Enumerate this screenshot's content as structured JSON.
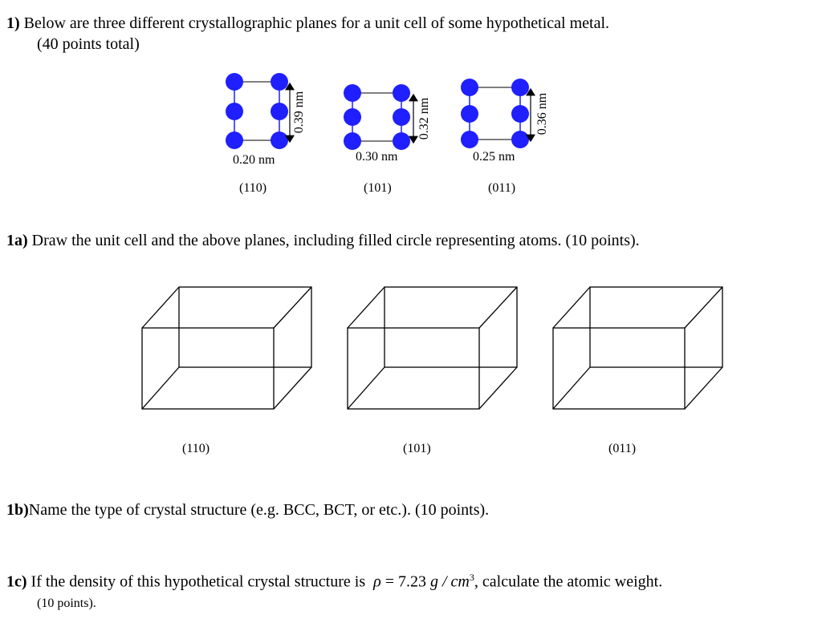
{
  "q1": {
    "num": "1)",
    "text": "Below are three different crystallographic planes for a unit cell of some hypothetical metal.",
    "points": "(40 points total)"
  },
  "planes": [
    {
      "width": "0.20 nm",
      "height": "0.39 nm",
      "label": "(110)"
    },
    {
      "width": "0.30 nm",
      "height": "0.32 nm",
      "label": "(101)"
    },
    {
      "width": "0.25 nm",
      "height": "0.36 nm",
      "label": "(011)"
    }
  ],
  "atom_color": "#1f1fff",
  "q1a": {
    "num": "1a)",
    "text": "Draw the unit cell and the above planes, including filled circle representing atoms. (10 points)."
  },
  "boxes": [
    {
      "label": "(110)"
    },
    {
      "label": "(101)"
    },
    {
      "label": "(011)"
    }
  ],
  "q1b": {
    "num": "1b)",
    "text": "Name the type of crystal structure (e.g. BCC, BCT, or etc.). (10 points)."
  },
  "q1c": {
    "num": "1c)",
    "pre": "If the density of this hypothetical crystal structure is",
    "rho": "ρ",
    "eq": "= 7.23",
    "unit": "g / cm",
    "exp": "3",
    "post": ", calculate the atomic weight.",
    "points": "(10 points)."
  }
}
